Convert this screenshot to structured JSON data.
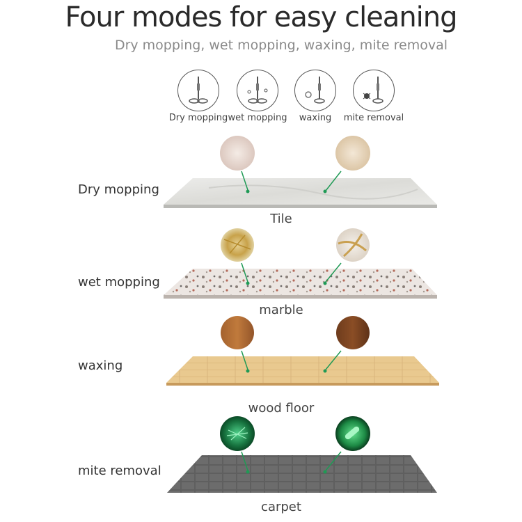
{
  "header": {
    "title": "Four modes for easy cleaning",
    "subtitle": "Dry mopping, wet mopping, waxing, mite removal"
  },
  "modes": [
    {
      "label": "Dry mopping",
      "icon": "dry-mop-icon"
    },
    {
      "label": "wet mopping",
      "icon": "wet-mop-icon"
    },
    {
      "label": "waxing",
      "icon": "waxing-mop-icon"
    },
    {
      "label": "mite removal",
      "icon": "mite-removal-mop-icon"
    }
  ],
  "rows": [
    {
      "mode": "Dry mopping",
      "surface": "Tile"
    },
    {
      "mode": "wet mopping",
      "surface": "marble"
    },
    {
      "mode": "waxing",
      "surface": "wood floor"
    },
    {
      "mode": "mite removal",
      "surface": "carpet"
    }
  ],
  "colors": {
    "pin": "#1f9a55",
    "title": "#2a2a2a",
    "subtitle": "#8a8a8a"
  }
}
